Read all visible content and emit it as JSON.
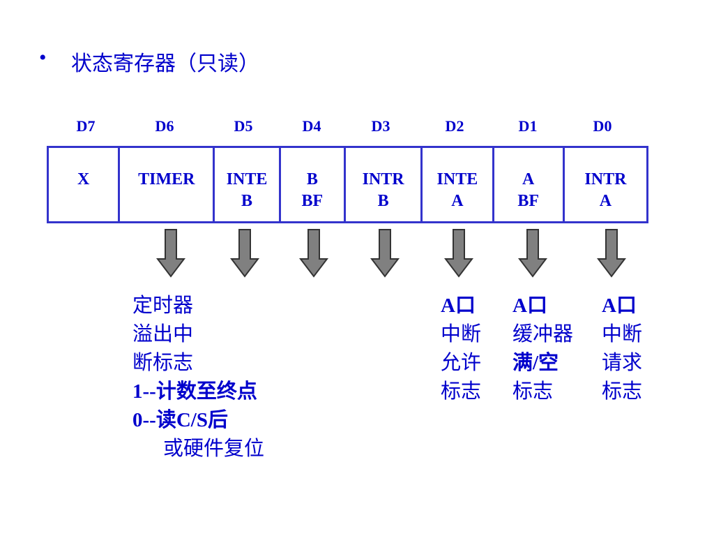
{
  "slide": {
    "bullet": "•",
    "title": "状态寄存器（只读）"
  },
  "bits": [
    "D7",
    "D6",
    "D5",
    "D4",
    "D3",
    "D2",
    "D1",
    "D0"
  ],
  "cells": [
    {
      "line1": "X",
      "line2": ""
    },
    {
      "line1": "TIMER",
      "line2": ""
    },
    {
      "line1": "INTE",
      "line2": "B"
    },
    {
      "line1": "B",
      "line2": "BF"
    },
    {
      "line1": "INTR",
      "line2": "B"
    },
    {
      "line1": "INTE",
      "line2": "A"
    },
    {
      "line1": "A",
      "line2": "BF"
    },
    {
      "line1": "INTR",
      "line2": "A"
    }
  ],
  "descriptions": {
    "d6": [
      "定时器",
      "溢出中",
      "断标志",
      "1--计数至终点",
      "0--读C/S后",
      "或硬件复位"
    ],
    "d2": [
      "A口",
      "中断",
      "允许",
      "标志"
    ],
    "d1": [
      "A口",
      "缓冲器",
      "满/空",
      "标志"
    ],
    "d0": [
      "A口",
      "中断",
      "请求",
      "标志"
    ]
  },
  "colors": {
    "text": "#0000cc",
    "border": "#3333cc",
    "arrow_fill": "#808080",
    "arrow_stroke": "#333333"
  }
}
